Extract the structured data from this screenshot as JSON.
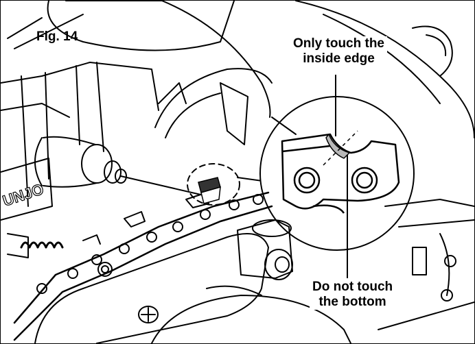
{
  "figure": {
    "label": "Fig. 14"
  },
  "callouts": {
    "inside_edge_line1": "Only touch the",
    "inside_edge_line2": "inside edge",
    "bottom_line1": "Do not touch",
    "bottom_line2": "the bottom"
  },
  "machine_text": "UNJO",
  "colors": {
    "ink": "#000000",
    "paper": "#ffffff",
    "edge_highlight": "#b8b8b8",
    "lever": "#333333"
  }
}
